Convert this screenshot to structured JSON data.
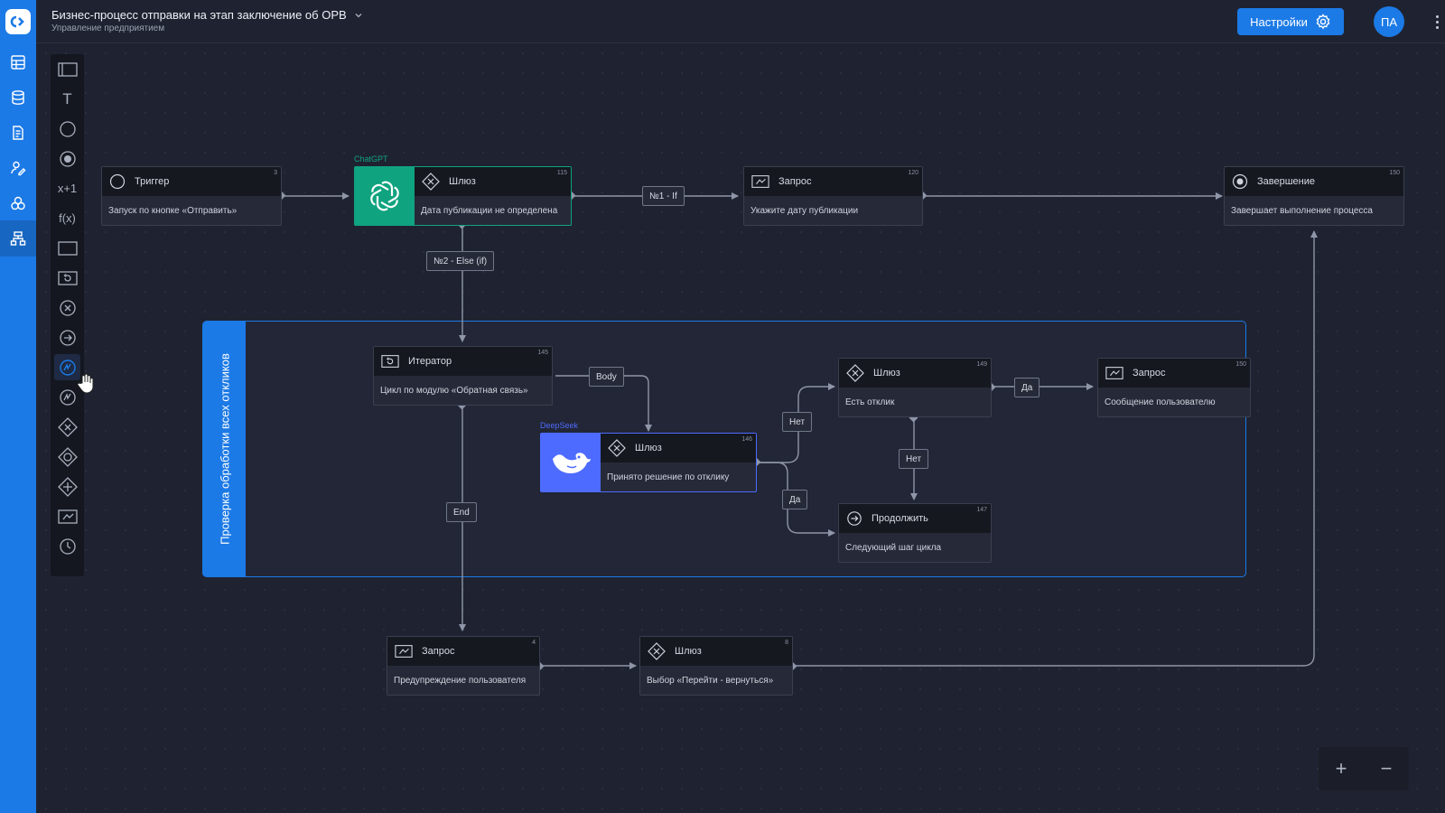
{
  "header": {
    "title": "Бизнес-процесс отправки на этап заключение об ОРВ",
    "subtitle": "Управление предприятием",
    "settings_label": "Настройки",
    "avatar_initials": "ПА"
  },
  "colors": {
    "accent": "#1c7ae6",
    "chatgpt": "#10a37f",
    "deepseek": "#4d6bfe",
    "lane": "#1c7ae6"
  },
  "leftnav": {
    "items": [
      {
        "icon": "table-icon"
      },
      {
        "icon": "database-icon"
      },
      {
        "icon": "document-icon"
      },
      {
        "icon": "user-edit-icon"
      },
      {
        "icon": "circles-icon"
      },
      {
        "icon": "process-tree-icon",
        "active": true
      }
    ]
  },
  "toolbar": {
    "tools": [
      {
        "icon": "sidebar-block-icon"
      },
      {
        "icon": "text-icon",
        "glyph": "T"
      },
      {
        "icon": "circle-icon"
      },
      {
        "icon": "record-icon"
      },
      {
        "icon": "increment-icon",
        "glyph": "x+1"
      },
      {
        "icon": "function-icon",
        "glyph": "f(x)"
      },
      {
        "icon": "rectangle-icon"
      },
      {
        "icon": "iterator-icon"
      },
      {
        "icon": "cancel-circle-icon"
      },
      {
        "icon": "arrow-circle-icon"
      },
      {
        "icon": "ai-circle-icon",
        "active": true
      },
      {
        "icon": "ai-circle-outline-icon"
      },
      {
        "icon": "gateway-x-icon"
      },
      {
        "icon": "gateway-o-icon"
      },
      {
        "icon": "gateway-plus-icon"
      },
      {
        "icon": "request-icon"
      },
      {
        "icon": "clock-icon"
      }
    ]
  },
  "lane": {
    "title": "Проверка обработки всех откликов"
  },
  "nodes": {
    "trigger": {
      "title": "Триггер",
      "num": "3",
      "body": "Запуск по кнопке  «Отправить»"
    },
    "gw1": {
      "provider": "ChatGPT",
      "title": "Шлюз",
      "num": "115",
      "body": "Дата публикации не определена"
    },
    "req1": {
      "title": "Запрос",
      "num": "120",
      "body": "Укажите дату публикации"
    },
    "end": {
      "title": "Завершение",
      "num": "150",
      "body": "Завершает выполнение процесса"
    },
    "iter": {
      "title": "Итератор",
      "num": "145",
      "body": "Цикл по модулю «Обратная связь»"
    },
    "gw2": {
      "provider": "DeepSeek",
      "title": "Шлюз",
      "num": "146",
      "body": "Принято решение по отклику"
    },
    "gw3": {
      "title": "Шлюз",
      "num": "149",
      "body": "Есть отклик"
    },
    "req2": {
      "title": "Запрос",
      "num": "150",
      "body": "Сообщение пользователю"
    },
    "cont": {
      "title": "Продолжить",
      "num": "147",
      "body": "Следующий шаг цикла"
    },
    "req3": {
      "title": "Запрос",
      "num": "4",
      "body": "Предупреждение пользователя"
    },
    "gw4": {
      "title": "Шлюз",
      "num": "8",
      "body": "Выбор «Перейти - вернуться»"
    }
  },
  "edge_labels": {
    "if1": "№1 - If",
    "else2": "№2 - Else (if)",
    "body": "Body",
    "end": "End",
    "no1": "Нет",
    "yes1": "Да",
    "yes2": "Да",
    "no2": "Нет"
  },
  "zoom": {
    "plus": "+",
    "minus": "−"
  }
}
